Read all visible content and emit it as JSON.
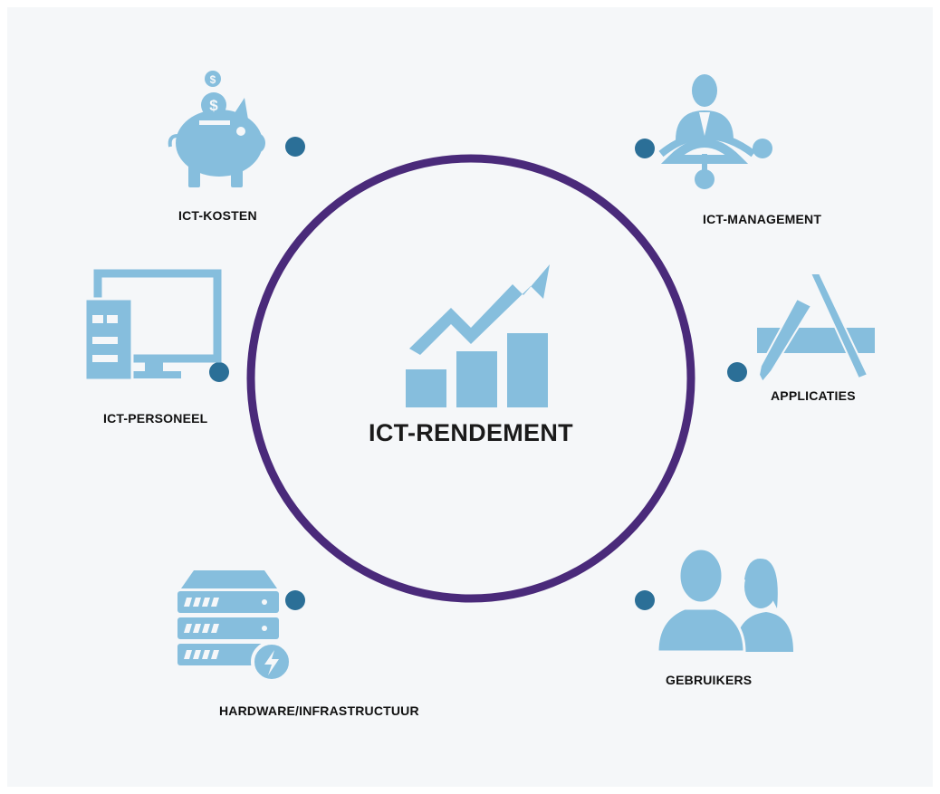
{
  "center": {
    "title": "ICT-RENDEMENT"
  },
  "nodes": [
    {
      "id": "kosten",
      "label": "ICT-KOSTEN",
      "icon": "piggy-bank-icon"
    },
    {
      "id": "management",
      "label": "ICT-MANAGEMENT",
      "icon": "manager-network-icon"
    },
    {
      "id": "personeel",
      "label": "ICT-PERSONEEL",
      "icon": "desktop-computer-icon"
    },
    {
      "id": "applicaties",
      "label": "APPLICATIES",
      "icon": "app-store-icon"
    },
    {
      "id": "hardware",
      "label": "HARDWARE/INFRASTRUCTUUR",
      "icon": "server-rack-icon"
    },
    {
      "id": "gebruikers",
      "label": "GEBRUIKERS",
      "icon": "users-icon"
    }
  ],
  "colors": {
    "background": "#f5f7f9",
    "ring": "#4a2a7a",
    "icon": "#86bedd",
    "dot": "#2b6f97",
    "text": "#111111"
  }
}
